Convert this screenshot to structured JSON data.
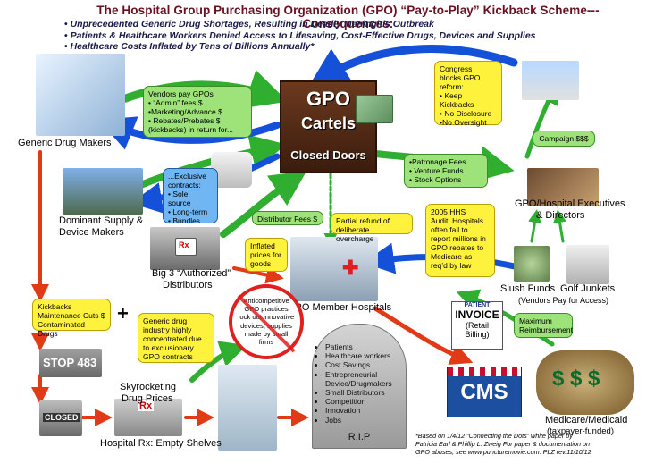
{
  "title": "The Hospital Group Purchasing Organization (GPO) “Pay-to-Play” Kickback Scheme---Consequences:",
  "bullets": [
    "Unprecedented Generic Drug Shortages, Resulting in Deadly Meningitis Outbreak",
    "Patients & Healthcare Workers Denied Access to Lifesaving, Cost-Effective Drugs, Devices and Supplies",
    "Healthcare Costs Inflated by Tens of Billions Annually*"
  ],
  "gpo": {
    "line1": "GPO",
    "line2": "Cartels",
    "line3": "Closed Doors"
  },
  "labels": {
    "generic_drug_makers": "Generic Drug Makers",
    "dominant_supply_1": "Dominant Supply &",
    "dominant_supply_2": "Device Makers",
    "big3_1": "Big 3 “Authorized”",
    "big3_2": "Distributors",
    "member_hospitals": "GPO Member Hospitals",
    "executives_1": "GPO/Hospital Executives",
    "executives_2": "& Directors",
    "slush_funds": "Slush Funds",
    "golf_junkets": "Golf Junkets",
    "vendors_pay_access": "(Vendors Pay for Access)",
    "medicare_1": "Medicare/Medicaid",
    "medicare_2": "(taxpayer-funded)",
    "skyrocketing_1": "Skyrocketing",
    "skyrocketing_2": "Drug Prices",
    "hospital_rx": "Hospital Rx: Empty Shelves",
    "cms": "CMS",
    "rip": "R.I.P",
    "closed_sign": "CLOSED",
    "stop_sign": "STOP 483",
    "rx": "Rx"
  },
  "boxes": {
    "vendors_pay": [
      "Vendors pay GPOs",
      "• “Admin” fees $",
      "•Marketing/Advance $",
      "• Rebates/Prebates $",
      "  (kickbacks) in return for..."
    ],
    "congress": [
      "Congress",
      "blocks GPO",
      "reform:",
      "• Keep Kickbacks",
      "• No Disclosure",
      "•No Oversight"
    ],
    "campaign": "Campaign $$$",
    "patronage": [
      "•Patronage Fees",
      "• Venture Funds",
      "• Stock Options"
    ],
    "exclusive": [
      "...Exclusive",
      "contracts:",
      "• Sole source",
      "• Long-term",
      "• Bundles"
    ],
    "distributor_fees": "Distributor Fees $",
    "partial_refund": [
      "Partial refund of",
      "deliberate overcharge"
    ],
    "hhs_audit": [
      "2005 HHS",
      "Audit: Hospitals",
      "often fail to",
      "report millions in",
      "GPO rebates to",
      "Medicare as",
      "req’d by law"
    ],
    "inflated": [
      "Inflated",
      "prices for",
      "goods"
    ],
    "kickbacks": [
      "Kickbacks",
      "Maintenance Cuts $",
      "Contaminated Drugs"
    ],
    "generic_industry": [
      "Generic drug",
      "industry highly",
      "concentrated due",
      "to exclusionary",
      "GPO contracts"
    ],
    "anticompetitive": [
      "Anticompetitive",
      "GPO practices",
      "lock out innovative",
      "devices, supplies",
      "made by small",
      "firms"
    ],
    "max_reimb": [
      "Maximum",
      "Reimbursement"
    ]
  },
  "invoice": {
    "patient": "PATIENT",
    "invoice": "INVOICE",
    "retail": "(Retail",
    "billing": "Billing)"
  },
  "tombstone": [
    "Patients",
    "Healthcare workers",
    "Cost Savings",
    "Entrepreneurial Device/Drugmakers",
    "Small Distributors",
    "Competition",
    "Innovation",
    "Jobs"
  ],
  "footnote": [
    "*Based on 1/4/12 “Connecting the Dots” white paper by",
    "Patricia Earl & Phillip L. Zweig  For paper & documentation on",
    "GPO abuses, see www.puncturemovie.com. PLZ rev.11/10/12"
  ],
  "colors": {
    "title": "#6a1020",
    "green_arrow": "#2fae2f",
    "blue_arrow": "#1450d8",
    "red_arrow": "#e03a16",
    "yellow_box": "#fff23d",
    "green_box": "#9ee37a",
    "blue_box": "#6fb6f2"
  }
}
